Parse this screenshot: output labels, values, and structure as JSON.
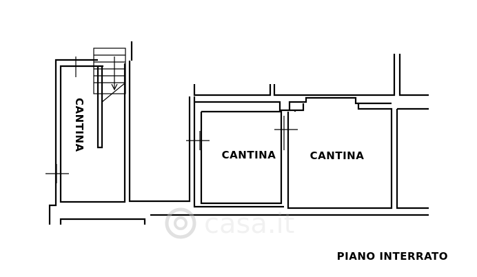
{
  "rooms": [
    {
      "label": "CANTINA"
    },
    {
      "label": "CANTINA"
    },
    {
      "label": "CANTINA"
    }
  ],
  "floor_label": "PIANO INTERRATO",
  "watermark": {
    "text": "casa.it"
  }
}
